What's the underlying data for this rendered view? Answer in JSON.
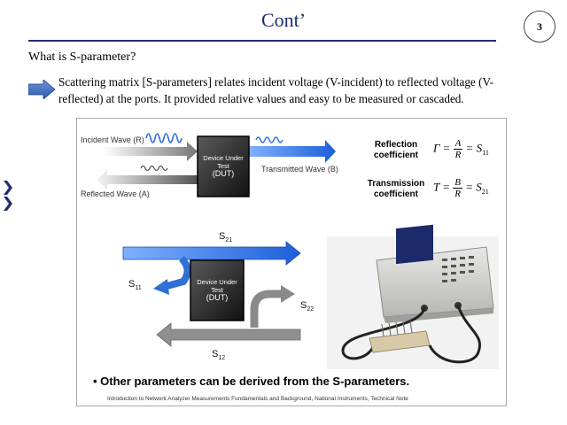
{
  "slide": {
    "title": "Cont’",
    "page_number": "3",
    "question": "What is S-parameter?",
    "bullet": "Scattering matrix [S-parameters] relates incident voltage (V-incident) to reflected voltage (V-reflected) at the ports. It provided relative values and easy to be measured or cascaded."
  },
  "figure": {
    "incident_wave": "Incident Wave (R)",
    "reflected_wave": "Reflected Wave (A)",
    "transmitted_wave": "Transmitted Wave (B)",
    "dut_line1": "Device Under",
    "dut_line2": "Test",
    "dut_abbr": "(DUT)",
    "reflection_line1": "Reflection",
    "reflection_line2": "coefficient",
    "transmission_line1": "Transmission",
    "transmission_line2": "coefficient",
    "gamma_lhs": "Γ =",
    "gamma_num": "A",
    "gamma_den": "R",
    "gamma_rhs": "= S",
    "gamma_sub": "11",
    "t_lhs": "T =",
    "t_num": "B",
    "t_den": "R",
    "t_rhs": "= S",
    "t_sub": "21",
    "s21": "S",
    "s21_sub": "21",
    "s11": "S",
    "s11_sub": "11",
    "s22": "S",
    "s22_sub": "22",
    "s12": "S",
    "s12_sub": "12",
    "derived_note": "• Other parameters can be derived from the S-parameters.",
    "citation": "Introduction to Network Analyzer Measurements Fundamentals and Background, National Instruments, Technical Note"
  }
}
